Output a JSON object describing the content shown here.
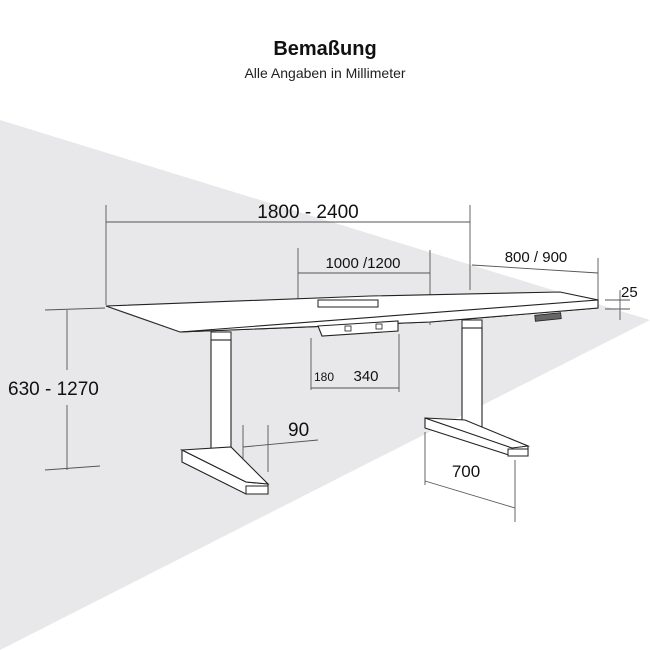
{
  "header": {
    "title": "Bemaßung",
    "subtitle": "Alle Angaben in Millimeter"
  },
  "dimensions": {
    "width": "1800 - 2400",
    "cable_tray": "1000 /1200",
    "depth": "800 / 900",
    "thickness": "25",
    "height": "630 - 1270",
    "tray_height": "180",
    "tray_width": "340",
    "column": "90",
    "foot": "700"
  },
  "colors": {
    "background_shape": "#e8e8ea",
    "line": "#222222",
    "dimension_line": "#555555"
  }
}
